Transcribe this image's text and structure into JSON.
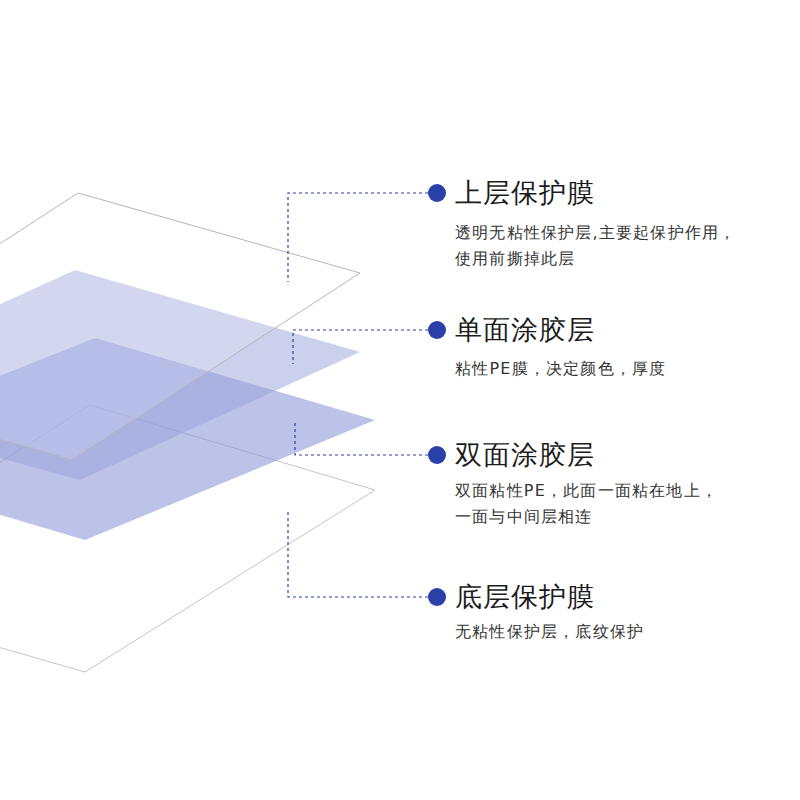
{
  "diagram": {
    "labels": [
      "上层保护膜",
      "透明无粘性保护层,主要起保护作用， 使用前撕掉此层",
      "单面涂胶层",
      "粘性PE膜，决定颜色，厚度",
      "双面涂胶层",
      "双面粘性PE，此面一面粘在地上， 一面与中间层相连",
      "底层保护膜",
      "无粘性保护层，底纹保护"
    ]
  }
}
